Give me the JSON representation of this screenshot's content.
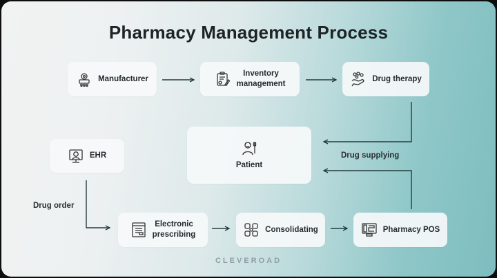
{
  "title": "Pharmacy Management Process",
  "nodes": {
    "manufacturer": {
      "label": "Manufacturer",
      "icon": "factory-icon"
    },
    "inventory": {
      "label_line1": "Inventory",
      "label_line2": "management",
      "icon": "inventory-clipboard-icon"
    },
    "drug_therapy": {
      "label": "Drug therapy",
      "icon": "hand-pills-icon"
    },
    "patient": {
      "label": "Patient",
      "icon": "patient-iv-icon"
    },
    "ehr": {
      "label": "EHR",
      "icon": "computer-doctor-icon"
    },
    "e_prescribing": {
      "label_line1": "Electronic",
      "label_line2": "prescribing",
      "icon": "prescription-document-icon"
    },
    "consolidating": {
      "label": "Consolidating",
      "icon": "consolidate-grid-icon"
    },
    "pharmacy_pos": {
      "label": "Pharmacy POS",
      "icon": "pos-terminal-icon"
    }
  },
  "edge_labels": {
    "drug_order": "Drug order",
    "drug_supplying": "Drug supplying"
  },
  "brand": "CLEVEROAD",
  "colors": {
    "line": "#243c3e",
    "text": "#1d2326",
    "node_bg": "#f6f9fa",
    "teal": "#7dbdbf"
  }
}
